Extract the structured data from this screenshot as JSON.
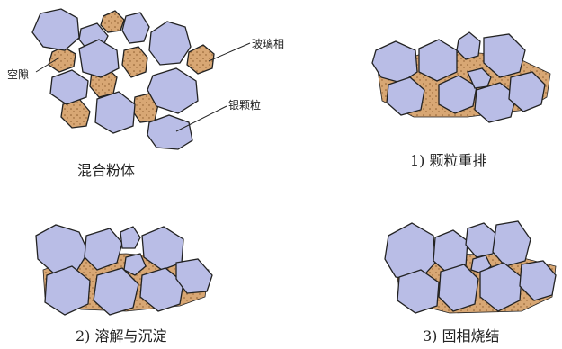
{
  "panels": [
    {
      "caption": "混合粉体"
    },
    {
      "caption": "1) 颗粒重排"
    },
    {
      "caption": "2) 溶解与沉淀"
    },
    {
      "caption": "3) 固相烧结"
    }
  ],
  "annotations": {
    "pore": "空隙",
    "glass_phase": "玻璃相",
    "silver_particle": "银颗粒"
  },
  "colors": {
    "particle_fill": "#b9bde6",
    "glass_fill": "#d8a774",
    "outline": "#222222",
    "background": "#ffffff"
  }
}
